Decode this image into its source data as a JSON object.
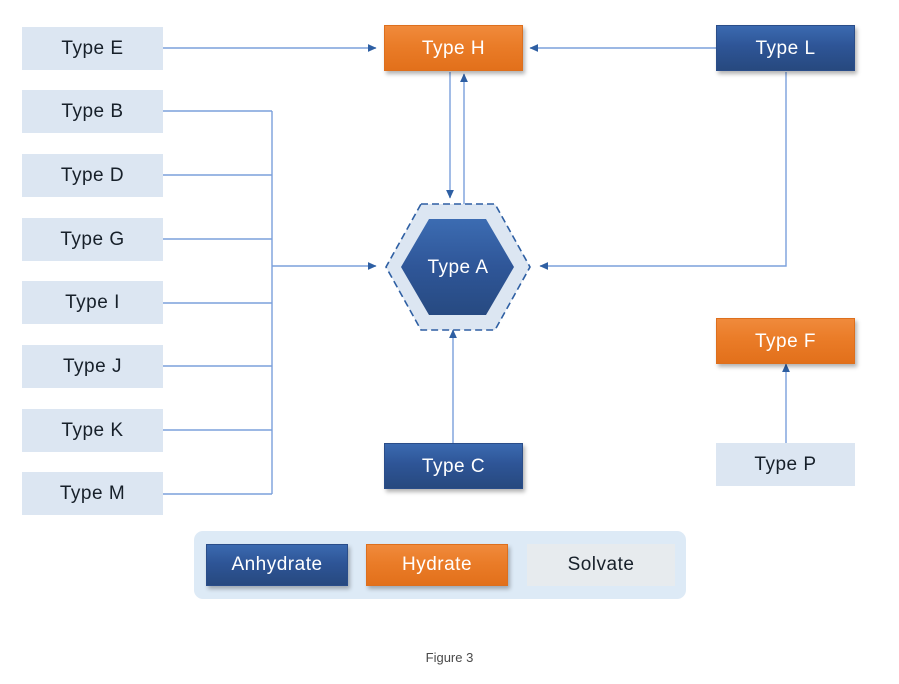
{
  "figure": {
    "caption": "Figure 3"
  },
  "legend": {
    "items": [
      {
        "label": "Anhydrate",
        "kind": "anhydrate",
        "color": "#2e5597"
      },
      {
        "label": "Hydrate",
        "kind": "hydrate",
        "color": "#ea7c28"
      },
      {
        "label": "Solvate",
        "kind": "solvate",
        "color": "#e7ebee"
      }
    ]
  },
  "palette": {
    "anhydrate": "#2e5597",
    "hydrate": "#ea7c28",
    "solvate": "#dce6f2",
    "connector": "#7ba0dc",
    "arrow": "#2e5fa3",
    "legend_panel": "#ddeaf6",
    "background": "#ffffff"
  },
  "nodes": {
    "type_e": {
      "label": "Type E",
      "kind": "solvate"
    },
    "type_b": {
      "label": "Type B",
      "kind": "solvate"
    },
    "type_d": {
      "label": "Type D",
      "kind": "solvate"
    },
    "type_g": {
      "label": "Type G",
      "kind": "solvate"
    },
    "type_i": {
      "label": "Type I",
      "kind": "solvate"
    },
    "type_j": {
      "label": "Type J",
      "kind": "solvate"
    },
    "type_k": {
      "label": "Type K",
      "kind": "solvate"
    },
    "type_m": {
      "label": "Type M",
      "kind": "solvate"
    },
    "type_h": {
      "label": "Type H",
      "kind": "hydrate"
    },
    "type_l": {
      "label": "Type L",
      "kind": "anhydrate"
    },
    "type_a": {
      "label": "Type A",
      "kind": "anhydrate"
    },
    "type_c": {
      "label": "Type C",
      "kind": "anhydrate"
    },
    "type_f": {
      "label": "Type F",
      "kind": "hydrate"
    },
    "type_p": {
      "label": "Type P",
      "kind": "solvate"
    }
  },
  "edges": [
    {
      "from": "Type E",
      "to": "Type H",
      "direction": "right"
    },
    {
      "from": "Type B",
      "to": "Type A",
      "direction": "bus-right"
    },
    {
      "from": "Type D",
      "to": "Type A",
      "direction": "bus-right"
    },
    {
      "from": "Type G",
      "to": "Type A",
      "direction": "bus-right"
    },
    {
      "from": "Type I",
      "to": "Type A",
      "direction": "bus-right"
    },
    {
      "from": "Type J",
      "to": "Type A",
      "direction": "bus-right"
    },
    {
      "from": "Type K",
      "to": "Type A",
      "direction": "bus-right"
    },
    {
      "from": "Type M",
      "to": "Type A",
      "direction": "bus-right"
    },
    {
      "from": "Type H",
      "to": "Type A",
      "direction": "down"
    },
    {
      "from": "Type A",
      "to": "Type H",
      "direction": "up"
    },
    {
      "from": "Type L",
      "to": "Type H",
      "direction": "left"
    },
    {
      "from": "Type L",
      "to": "Type A",
      "direction": "down-left"
    },
    {
      "from": "Type C",
      "to": "Type A",
      "direction": "up"
    },
    {
      "from": "Type P",
      "to": "Type F",
      "direction": "up"
    }
  ]
}
